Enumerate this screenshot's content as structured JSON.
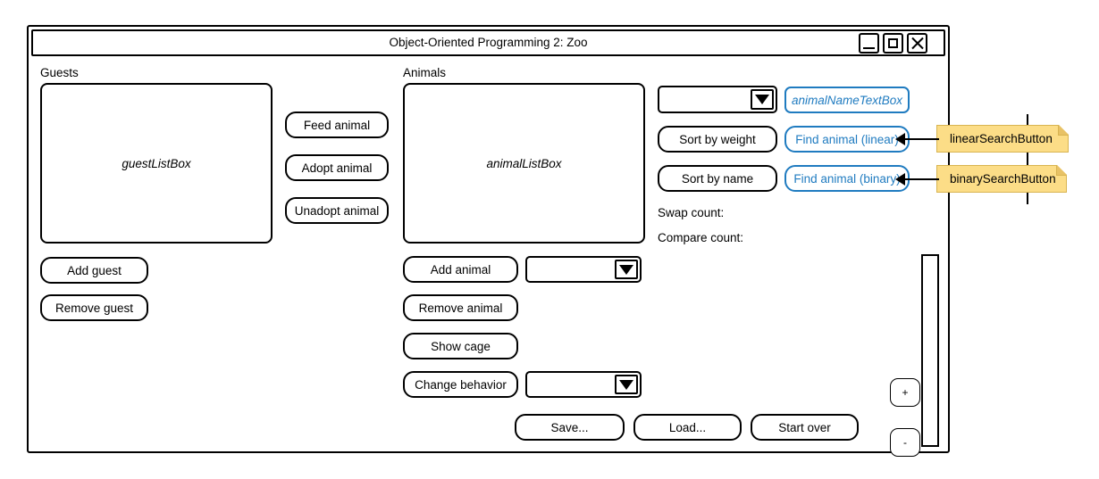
{
  "window": {
    "title": "Object-Oriented Programming 2: Zoo",
    "controls": [
      {
        "name": "minimize",
        "glyph": "_"
      },
      {
        "name": "maximize",
        "glyph": "□"
      },
      {
        "name": "close",
        "glyph": "✕"
      }
    ]
  },
  "guests_panel": {
    "label": "Guests",
    "listbox_placeholder": "guestListBox",
    "buttons": [
      {
        "label": "Add guest"
      },
      {
        "label": "Remove guest"
      }
    ]
  },
  "animal_actions": {
    "buttons": [
      {
        "label": "Feed animal"
      },
      {
        "label": "Adopt animal"
      },
      {
        "label": "Unadopt animal"
      }
    ]
  },
  "animals_panel": {
    "label": "Animals",
    "listbox_placeholder": "animalListBox",
    "buttons": [
      {
        "label": "Add animal"
      },
      {
        "label": "Remove animal"
      },
      {
        "label": "Show cage"
      },
      {
        "label": "Change behavior"
      }
    ],
    "add_animal_combo_value": "",
    "change_behavior_combo_value": ""
  },
  "search_panel": {
    "animal_select_value": "",
    "name_textbox_placeholder": "animalNameTextBox",
    "sort_buttons": [
      {
        "label": "Sort by weight"
      },
      {
        "label": "Sort by name"
      }
    ],
    "find_buttons": [
      {
        "label": "Find animal (linear)"
      },
      {
        "label": "Find animal (binary)"
      }
    ],
    "counters": [
      {
        "label": "Swap count:"
      },
      {
        "label": "Compare count:"
      }
    ]
  },
  "bottom_bar": {
    "buttons": [
      {
        "label": "Save..."
      },
      {
        "label": "Load..."
      },
      {
        "label": "Start over"
      }
    ]
  },
  "zoom_control": {
    "increase_label": "+",
    "decrease_label": "-"
  },
  "callouts": [
    {
      "label": "linearSearchButton"
    },
    {
      "label": "binarySearchButton"
    }
  ],
  "colors": {
    "accent_blue": "#1f7bc0",
    "callout_yellow": "#fcdd87",
    "callout_border": "#d8b451",
    "outline": "#000000"
  }
}
